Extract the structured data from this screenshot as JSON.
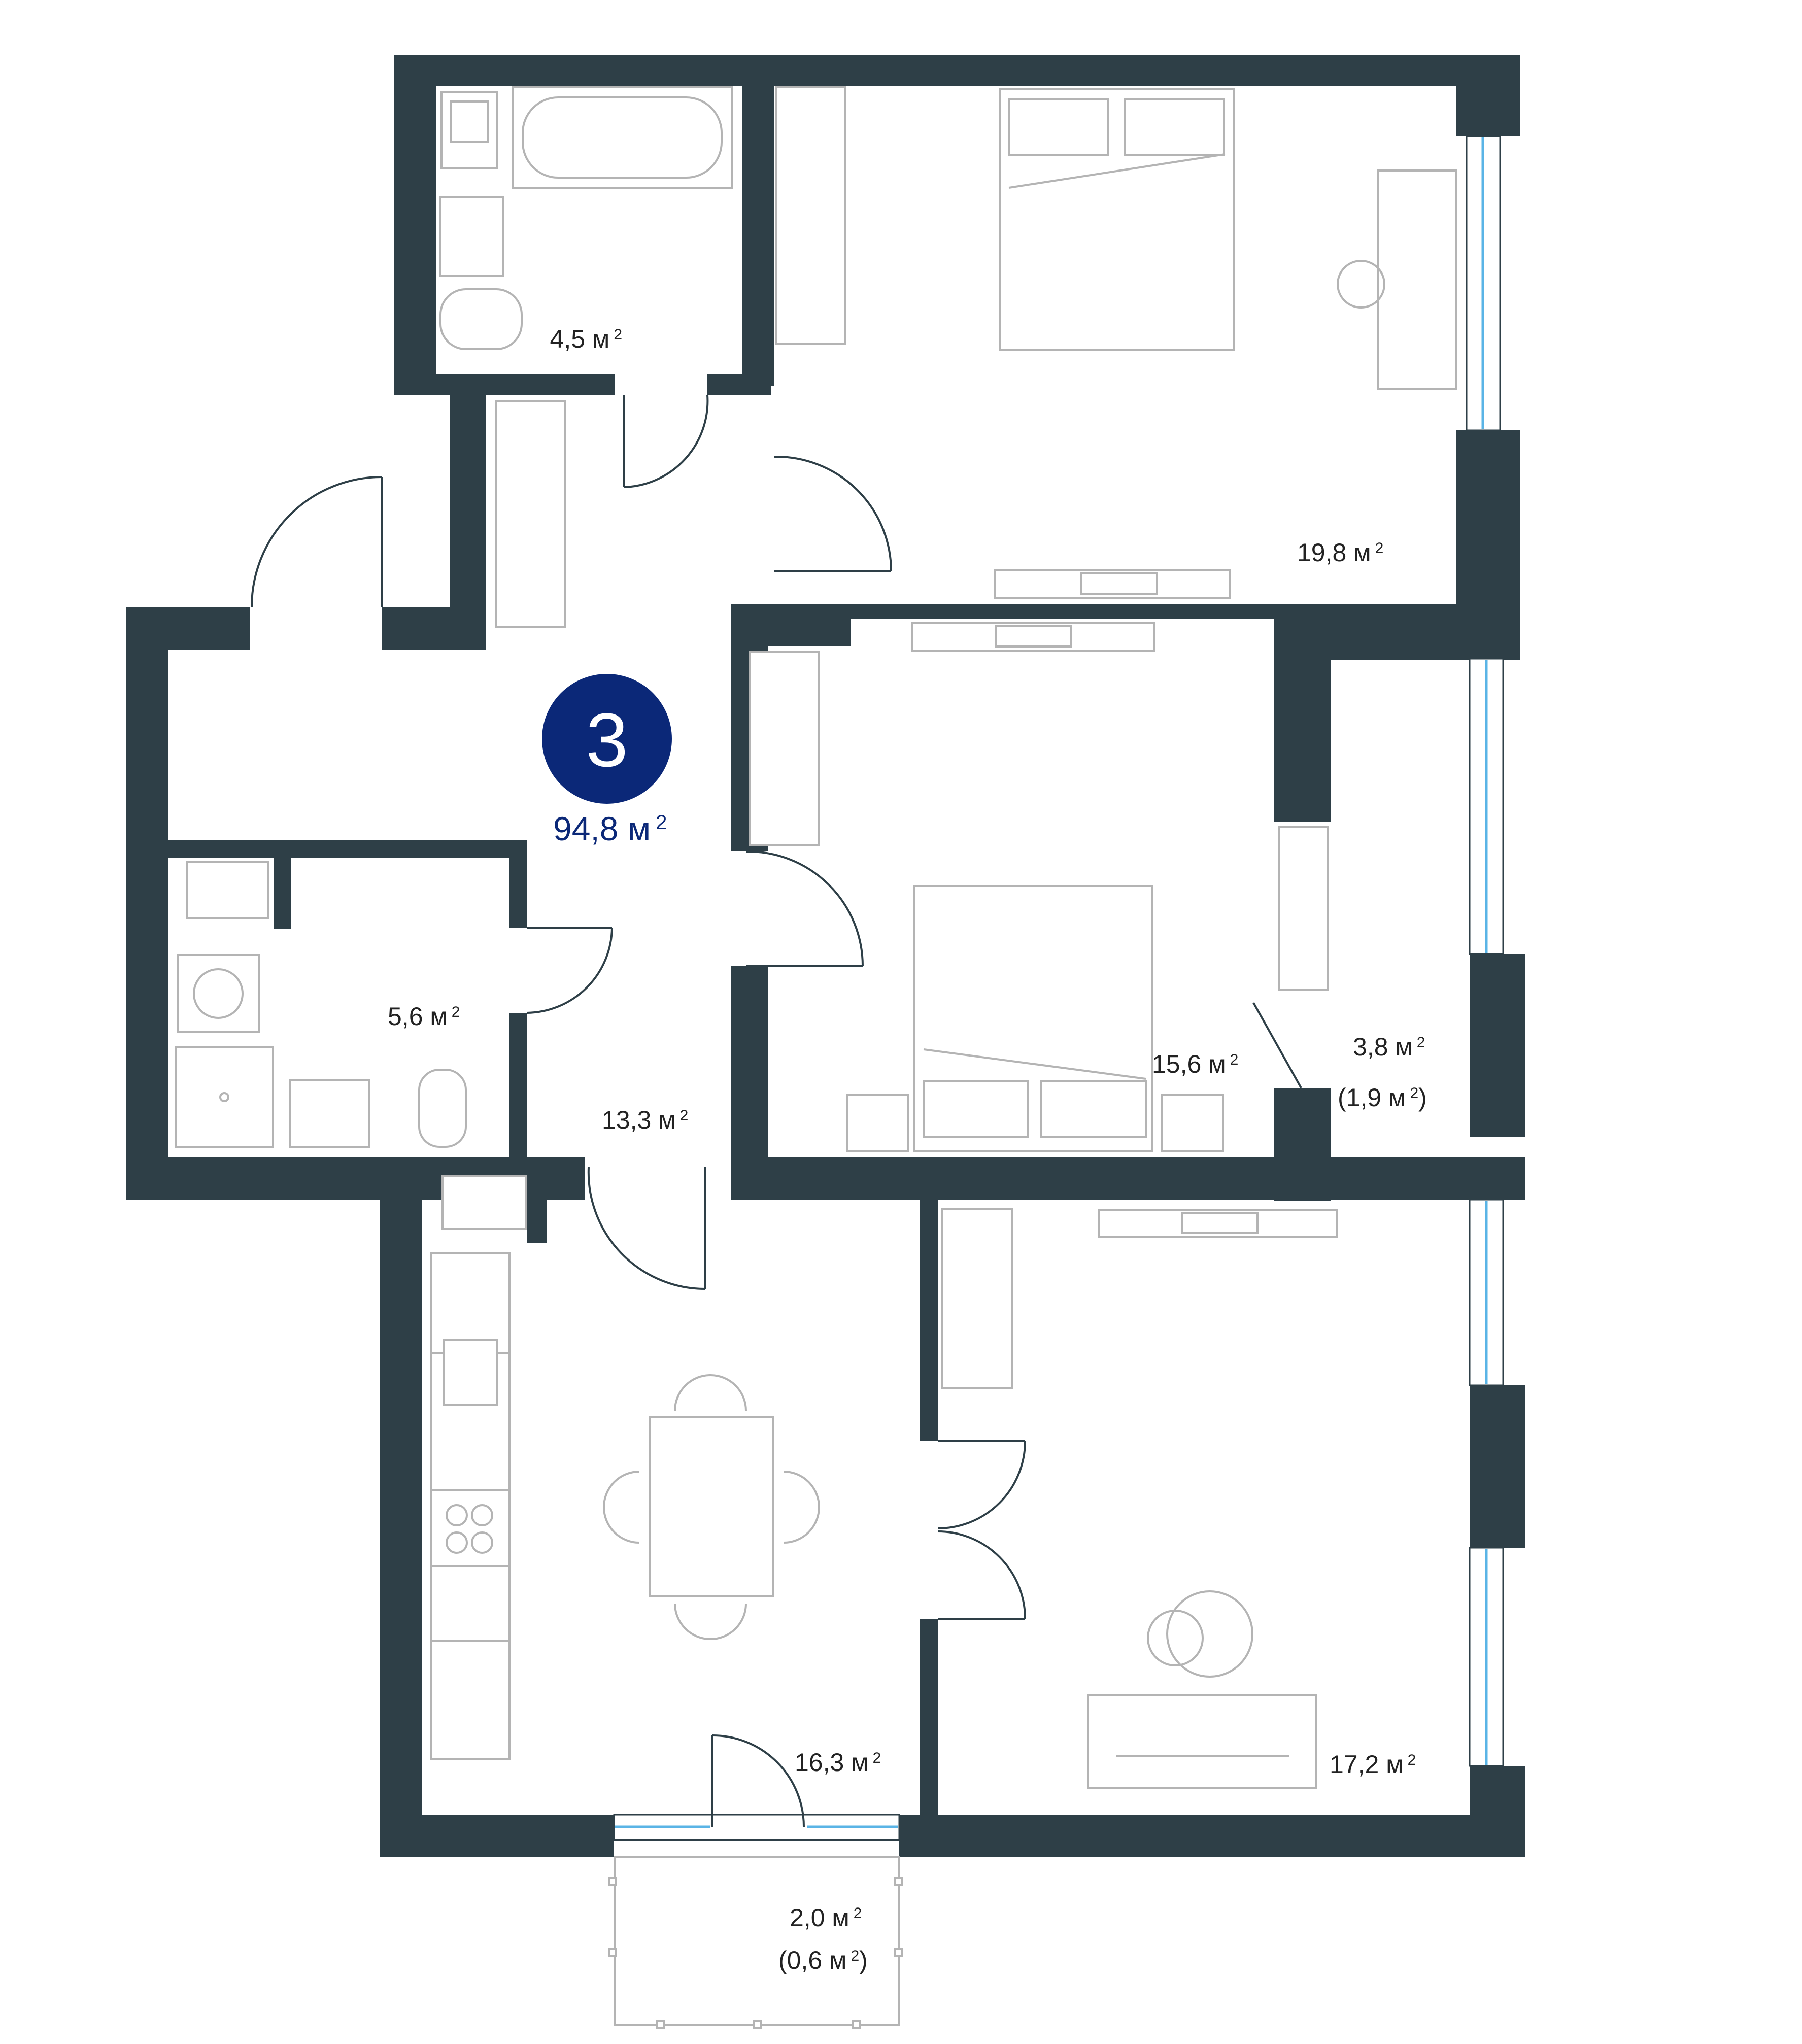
{
  "apartment": {
    "rooms": "3",
    "total_area": "94,8 м",
    "unit_exp": "2"
  },
  "rooms": [
    {
      "id": "bathroom",
      "area": "4,5 м",
      "exp": "2"
    },
    {
      "id": "bedroom-top",
      "area": "19,8 м",
      "exp": "2"
    },
    {
      "id": "laundry",
      "area": "5,6 м",
      "exp": "2"
    },
    {
      "id": "hallway",
      "area": "13,3 м",
      "exp": "2"
    },
    {
      "id": "bedroom-middle",
      "area": "15,6 м",
      "exp": "2"
    },
    {
      "id": "loggia-right",
      "area": "3,8 м",
      "exp": "2",
      "reduced": "(1,9 м",
      "reduced_exp": "2",
      "reduced_close": ")"
    },
    {
      "id": "kitchen",
      "area": "16,3 м",
      "exp": "2"
    },
    {
      "id": "living-room",
      "area": "17,2 м",
      "exp": "2"
    },
    {
      "id": "balcony",
      "area": "2,0 м",
      "exp": "2",
      "reduced": "(0,6 м",
      "reduced_exp": "2",
      "reduced_close": ")"
    }
  ],
  "colors": {
    "wall": "#2e3f47",
    "accent": "#0b2878",
    "window_glass": "#5ab4e6",
    "furniture": "#b4b4b4"
  }
}
